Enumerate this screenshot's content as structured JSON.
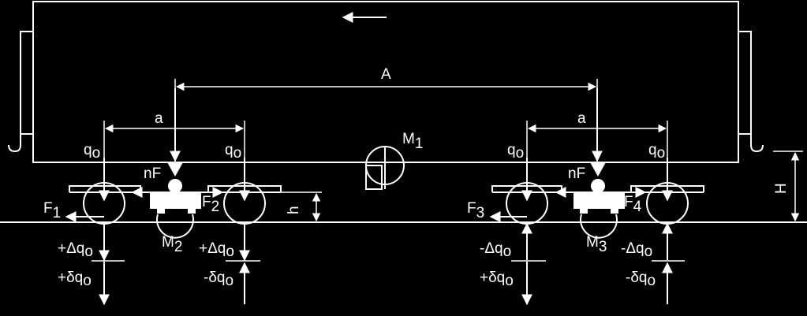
{
  "labels": {
    "A": "A",
    "a_left": "a",
    "a_right": "a",
    "M1": "M",
    "M1_sub": "1",
    "M2": "M",
    "M2_sub": "2",
    "M3": "M",
    "M3_sub": "3",
    "q1": "q",
    "q1_sub": "o",
    "q2": "q",
    "q2_sub": "o",
    "q3": "q",
    "q3_sub": "o",
    "q4": "q",
    "q4_sub": "o",
    "nF_left": "nF",
    "nF_right": "nF",
    "F1": "F",
    "F1_sub": "1",
    "F2": "F",
    "F2_sub": "2",
    "F3": "F",
    "F3_sub": "3",
    "F4": "F",
    "F4_sub": "4",
    "h": "h",
    "H": "H",
    "dq1a": "+Δq",
    "dq1a_sub": "o",
    "dq1b": "+δq",
    "dq1b_sub": "o",
    "dq2a": "+Δq",
    "dq2a_sub": "o",
    "dq2b": "-δq",
    "dq2b_sub": "o",
    "dq3a": "-Δq",
    "dq3a_sub": "o",
    "dq3b": "+δq",
    "dq3b_sub": "o",
    "dq4a": "-Δq",
    "dq4a_sub": "o",
    "dq4b": "-δq",
    "dq4b_sub": "o"
  }
}
